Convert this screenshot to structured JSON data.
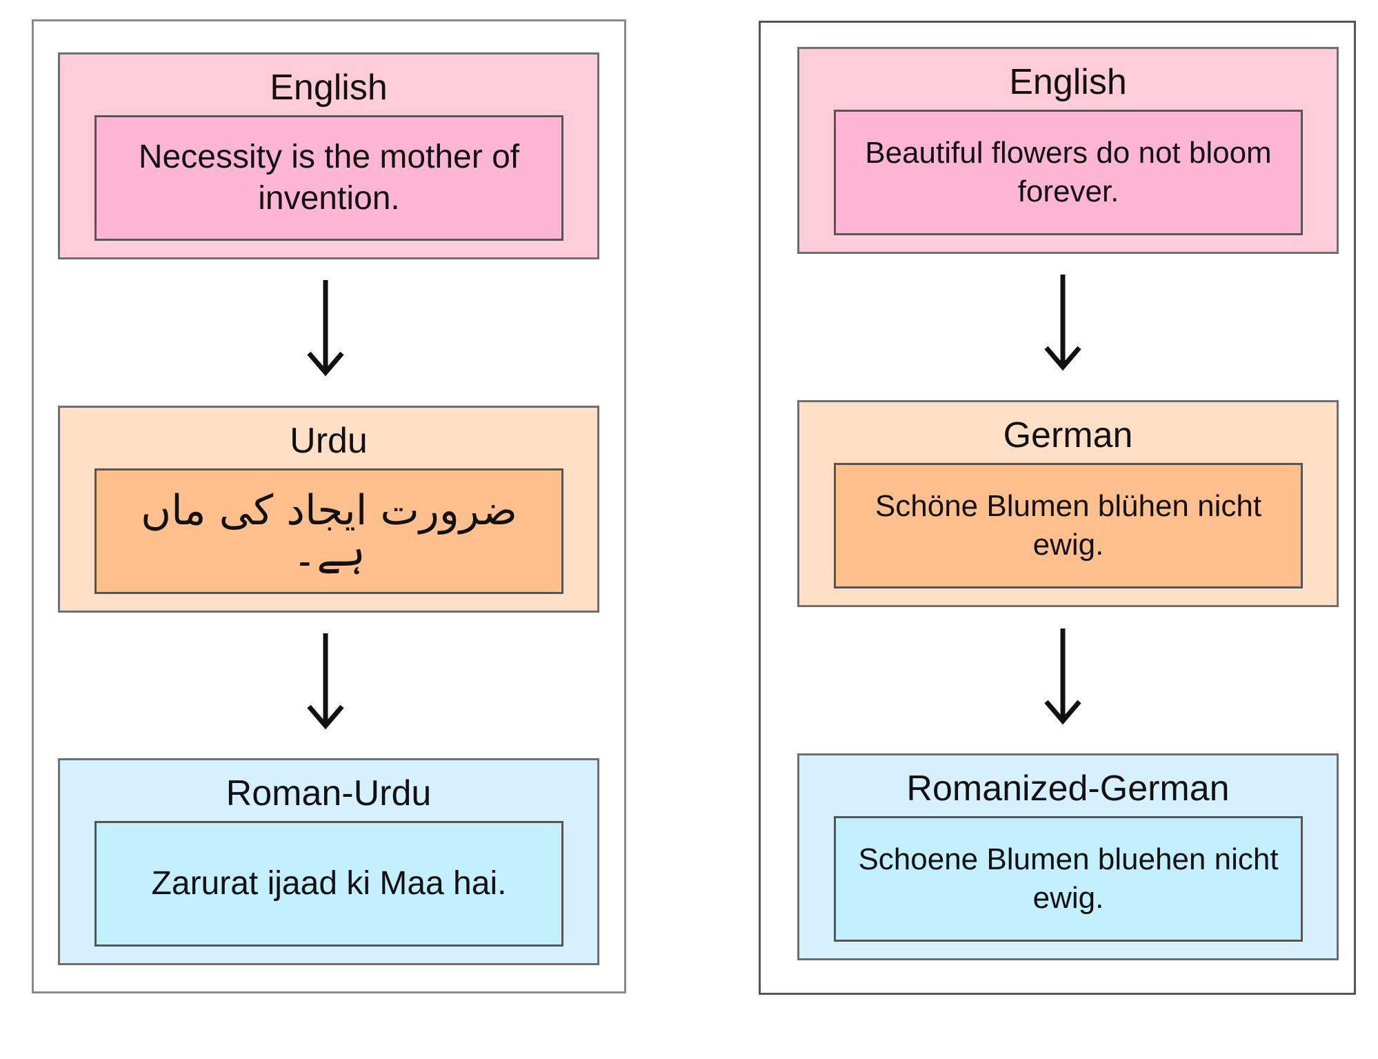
{
  "colors": {
    "pink_outer": "#ffccdc",
    "pink_inner": "#ffb6d5",
    "peach_outer": "#ffdfc6",
    "peach_inner": "#ffc08e",
    "blue_outer": "#d6f0ff",
    "blue_inner": "#c4efff",
    "arrow": "#111111"
  },
  "left": {
    "source": {
      "label": "English",
      "text": "Necessity is the mother of invention."
    },
    "target": {
      "label": "Urdu",
      "text": "ضرورت ایجاد کی ماں ہے۔"
    },
    "romanized": {
      "label": "Roman-Urdu",
      "text": "Zarurat ijaad ki Maa hai."
    }
  },
  "right": {
    "source": {
      "label": "English",
      "text": "Beautiful flowers do not bloom forever."
    },
    "target": {
      "label": "German",
      "text": "Schöne Blumen blühen nicht ewig."
    },
    "romanized": {
      "label": "Romanized-German",
      "text": "Schoene Blumen bluehen nicht ewig."
    }
  }
}
